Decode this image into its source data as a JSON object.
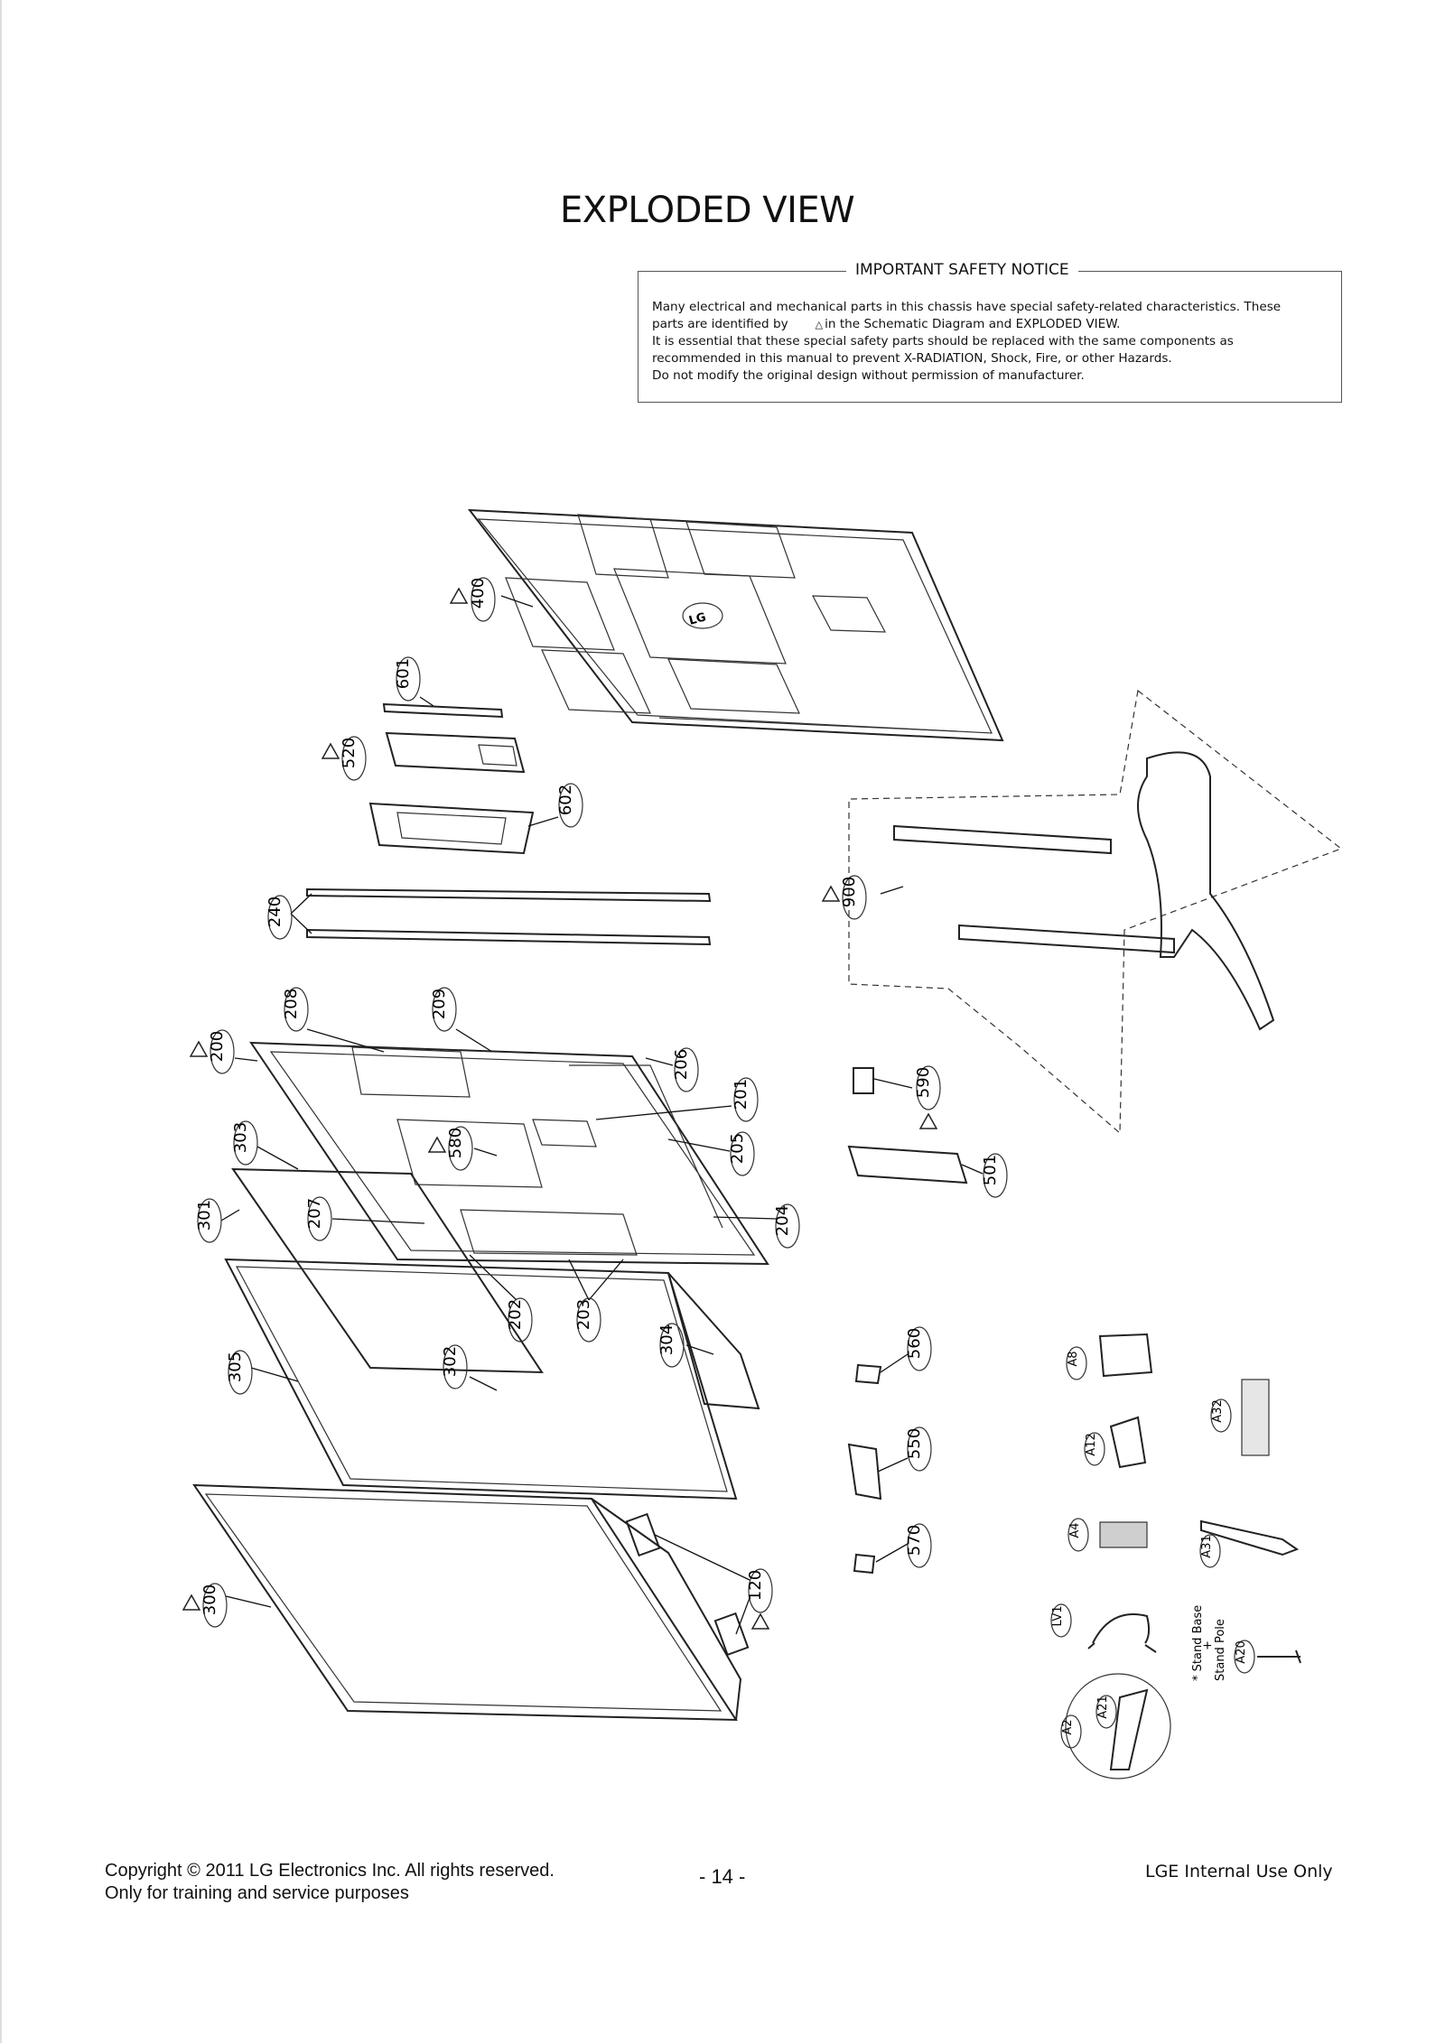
{
  "title": "EXPLODED VIEW",
  "safety_notice": {
    "heading": "IMPORTANT SAFETY NOTICE",
    "line1": "Many electrical and mechanical parts in this chassis have special safety-related characteristics. These",
    "line2a": "parts are identified by",
    "line2b": "in the Schematic Diagram and EXPLODED VIEW.",
    "line3": "It is essential that these special safety parts should be replaced with the same components as",
    "line4": "recommended in this manual to prevent X-RADIATION, Shock, Fire, or other Hazards.",
    "line5": "Do not modify the original design without permission of manufacturer."
  },
  "parts": {
    "p400": "400",
    "p601": "601",
    "p520": "520",
    "p602": "602",
    "p240": "240",
    "p900": "900",
    "p208": "208",
    "p209": "209",
    "p200": "200",
    "p206": "206",
    "p201": "201",
    "p205": "205",
    "p303": "303",
    "p580": "580",
    "p301": "301",
    "p207": "207",
    "p204": "204",
    "p202": "202",
    "p203": "203",
    "p304": "304",
    "p305": "305",
    "p302": "302",
    "p590": "590",
    "p501": "501",
    "p560": "560",
    "p550": "550",
    "p570": "570",
    "p120": "120",
    "p300": "300",
    "a8": "A8",
    "a12": "A12",
    "a32": "A32",
    "a4": "A4",
    "a31": "A31",
    "lv1": "LV1",
    "a20": "A20",
    "a2": "A2",
    "a21": "A21"
  },
  "stand_note": {
    "line1": "* Stand Base",
    "line2": "+",
    "line3": "Stand Pole"
  },
  "logo_text": "LG",
  "footer": {
    "copyright": "Copyright © 2011 LG Electronics Inc. All rights reserved.",
    "training": "Only for training and service purposes",
    "page_number": "- 14 -",
    "internal": "LGE Internal Use Only"
  }
}
